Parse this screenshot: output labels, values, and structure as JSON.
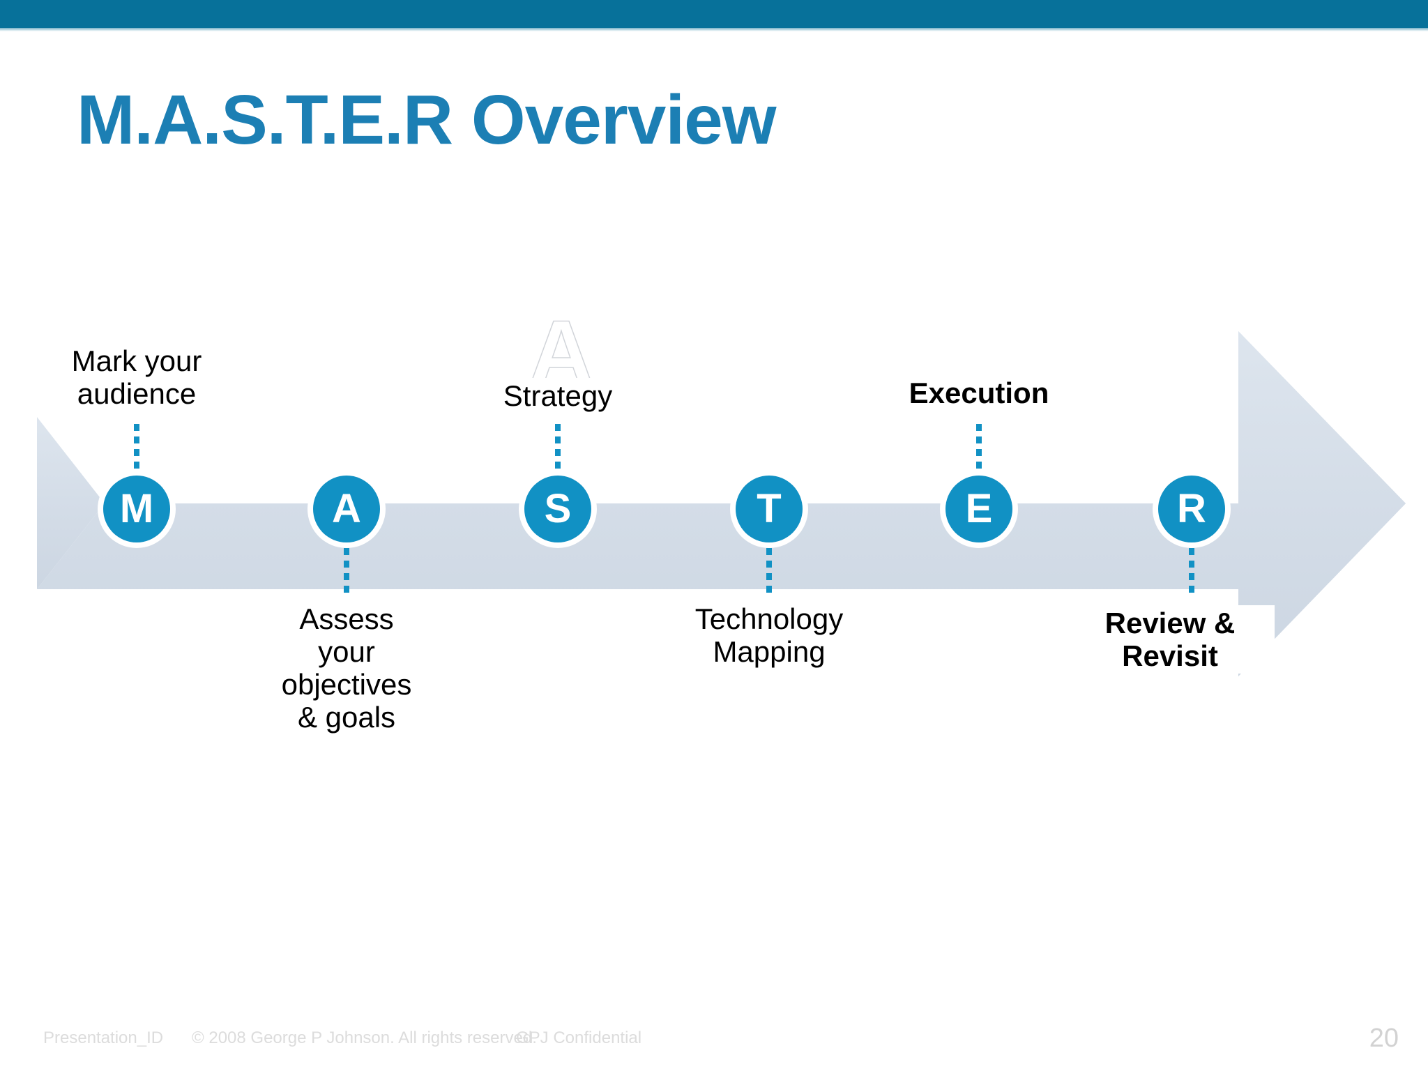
{
  "slide": {
    "title": "M.A.S.T.E.R Overview",
    "page_number": "20",
    "accent_color": "#1191c4",
    "band_color": "#07719a",
    "title_color": "#1c7fb4",
    "arrow_fill": "#d5dee8",
    "watermark_letter": "A"
  },
  "diagram": {
    "type": "process-arrow",
    "steps": [
      {
        "key": "M",
        "letter": "M",
        "label": "Mark your\naudience",
        "label_lines": [
          "Mark your",
          "audience"
        ],
        "label_position": "above",
        "label_bold": false
      },
      {
        "key": "A",
        "letter": "A",
        "label": "Assess your objectives & goals",
        "label_lines": [
          "Assess",
          "your",
          "objectives",
          "& goals"
        ],
        "label_position": "below",
        "label_bold": false
      },
      {
        "key": "S",
        "letter": "S",
        "label": "Strategy",
        "label_lines": [
          "Strategy"
        ],
        "label_position": "above",
        "label_bold": false
      },
      {
        "key": "T",
        "letter": "T",
        "label": "Technology Mapping",
        "label_lines": [
          "Technology",
          "Mapping"
        ],
        "label_position": "below",
        "label_bold": false
      },
      {
        "key": "E",
        "letter": "E",
        "label": "Execution",
        "label_lines": [
          "Execution"
        ],
        "label_position": "above",
        "label_bold": true
      },
      {
        "key": "R",
        "letter": "R",
        "label": "Review & Revisit",
        "label_lines": [
          "Review &",
          "Revisit"
        ],
        "label_position": "below",
        "label_bold": true
      }
    ]
  },
  "footer": {
    "presentation_id": "Presentation_ID",
    "copyright": "© 2008 George P Johnson. All rights reserved.",
    "confidential": "GPJ Confidential"
  }
}
